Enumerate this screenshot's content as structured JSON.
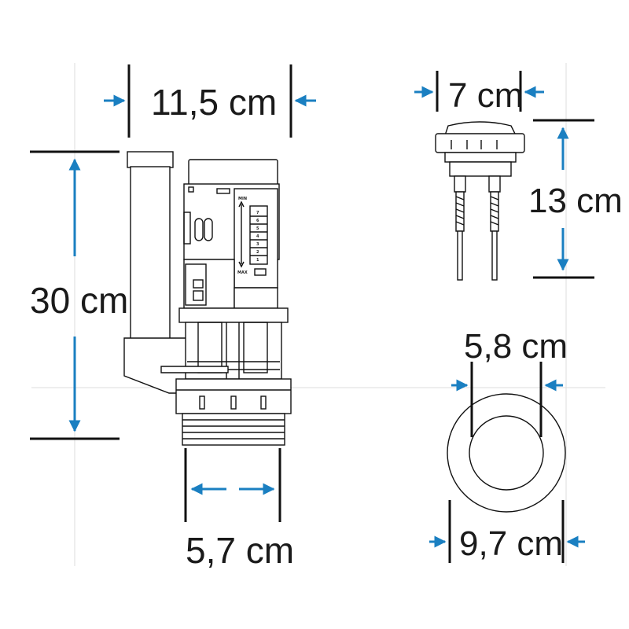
{
  "dimensions": {
    "width_valve": "11,5 cm",
    "height_valve": "30 cm",
    "base_width": "5,7 cm",
    "button_width": "7 cm",
    "button_height": "13 cm",
    "inner_diameter": "5,8 cm",
    "outer_diameter": "9,7 cm"
  },
  "level_scale": {
    "min_label": "MIN",
    "max_label": "MAX",
    "marks": [
      "7",
      "6",
      "5",
      "4",
      "3",
      "2",
      "1"
    ]
  },
  "colors": {
    "arrow": "#1a7fc1",
    "ink": "#111111"
  }
}
